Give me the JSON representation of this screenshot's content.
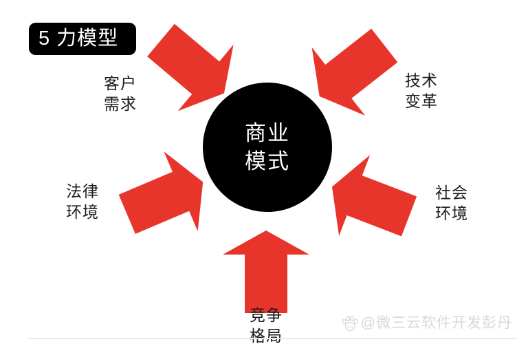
{
  "slide": {
    "title": "5 力模型",
    "center_circle": {
      "lines": [
        "商业",
        "模式"
      ]
    },
    "forces": [
      {
        "name": "customer-needs",
        "lines": [
          "客户",
          "需求"
        ]
      },
      {
        "name": "technology-change",
        "lines": [
          "技术",
          "变革"
        ]
      },
      {
        "name": "legal-environment",
        "lines": [
          "法律",
          "环境"
        ]
      },
      {
        "name": "social-environment",
        "lines": [
          "社会",
          "环境"
        ]
      },
      {
        "name": "competitive-landscape",
        "lines": [
          "竞争",
          "格局"
        ]
      }
    ],
    "watermark": {
      "icon": "baidu-paw-icon",
      "paw_text": "du",
      "text": "@微三云软件开发彭丹"
    },
    "colors": {
      "arrow_red": "#e8352b",
      "ink_black": "#000000",
      "background": "#ffffff",
      "watermark_gray": "#d8d8d8"
    }
  }
}
